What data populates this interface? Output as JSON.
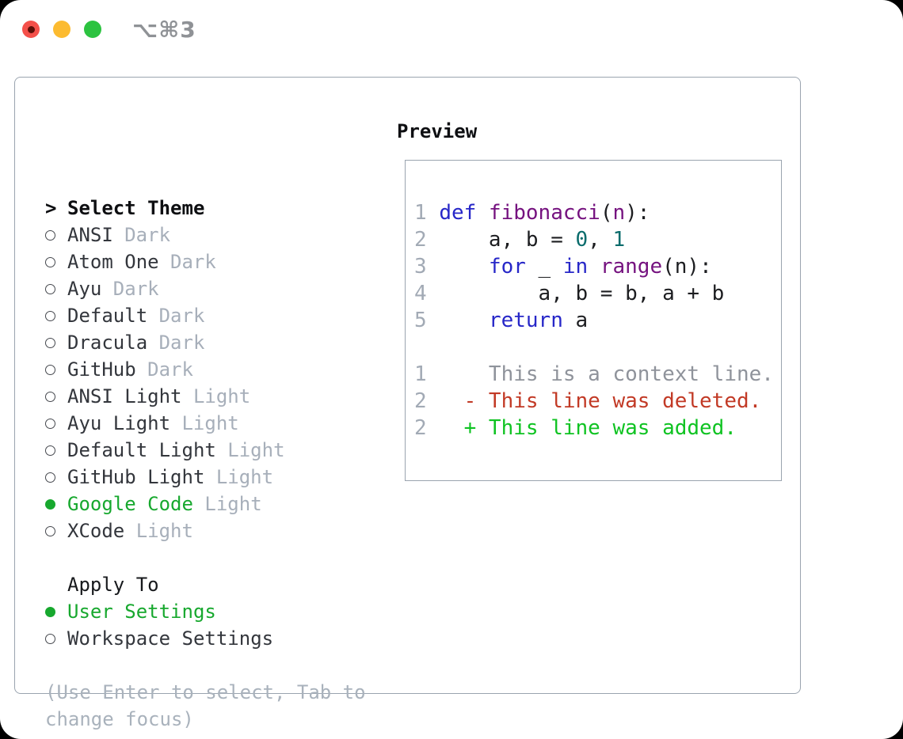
{
  "titlebar": {
    "title": "⌥⌘3"
  },
  "theme_picker": {
    "header_prefix": ">",
    "header": "Select Theme",
    "themes": [
      {
        "name": "ANSI",
        "variant": "Dark",
        "selected": false
      },
      {
        "name": "Atom One",
        "variant": "Dark",
        "selected": false
      },
      {
        "name": "Ayu",
        "variant": "Dark",
        "selected": false
      },
      {
        "name": "Default",
        "variant": "Dark",
        "selected": false
      },
      {
        "name": "Dracula",
        "variant": "Dark",
        "selected": false
      },
      {
        "name": "GitHub",
        "variant": "Dark",
        "selected": false
      },
      {
        "name": "ANSI Light",
        "variant": "Light",
        "selected": false
      },
      {
        "name": "Ayu Light",
        "variant": "Light",
        "selected": false
      },
      {
        "name": "Default Light",
        "variant": "Light",
        "selected": false
      },
      {
        "name": "GitHub Light",
        "variant": "Light",
        "selected": false
      },
      {
        "name": "Google Code",
        "variant": "Light",
        "selected": true
      },
      {
        "name": "XCode",
        "variant": "Light",
        "selected": false
      }
    ],
    "apply_to_label": "Apply To",
    "apply_to_options": [
      {
        "label": "User Settings",
        "selected": true
      },
      {
        "label": "Workspace Settings",
        "selected": false
      }
    ],
    "help_lines": [
      "(Use Enter to select, Tab to",
      "change focus)"
    ]
  },
  "preview": {
    "label": "Preview",
    "lines": [
      {
        "num": "1",
        "segments": [
          {
            "c": "k",
            "t": "def "
          },
          {
            "c": "f",
            "t": "fibonacci"
          },
          {
            "c": "p",
            "t": "("
          },
          {
            "c": "f",
            "t": "n"
          },
          {
            "c": "p",
            "t": "):"
          }
        ]
      },
      {
        "num": "2",
        "segments": [
          {
            "c": "p",
            "t": "    a, b = "
          },
          {
            "c": "l",
            "t": "0"
          },
          {
            "c": "p",
            "t": ", "
          },
          {
            "c": "l",
            "t": "1"
          }
        ]
      },
      {
        "num": "3",
        "segments": [
          {
            "c": "p",
            "t": "    "
          },
          {
            "c": "k",
            "t": "for"
          },
          {
            "c": "p",
            "t": " _ "
          },
          {
            "c": "k",
            "t": "in"
          },
          {
            "c": "p",
            "t": " "
          },
          {
            "c": "f",
            "t": "range"
          },
          {
            "c": "p",
            "t": "(n):"
          }
        ]
      },
      {
        "num": "4",
        "segments": [
          {
            "c": "p",
            "t": "        a, b = b, a + b"
          }
        ]
      },
      {
        "num": "5",
        "segments": [
          {
            "c": "p",
            "t": "    "
          },
          {
            "c": "k",
            "t": "return"
          },
          {
            "c": "p",
            "t": " a"
          }
        ]
      },
      {
        "num": "",
        "segments": []
      },
      {
        "num": "1",
        "segments": [
          {
            "c": "c",
            "t": "    This is a context line."
          }
        ]
      },
      {
        "num": "2",
        "segments": [
          {
            "c": "d",
            "t": "  - This line was deleted."
          }
        ]
      },
      {
        "num": "2",
        "segments": [
          {
            "c": "a",
            "t": "  + This line was added."
          }
        ]
      }
    ]
  },
  "colors": {
    "selected_green": "#17a82e",
    "added_green": "#0fc322",
    "deleted_red": "#c23a26",
    "keyword_blue": "#2727c8",
    "name_purple": "#75127f",
    "literal_teal": "#0a6c6c",
    "muted_gray": "#a7afba",
    "border_gray": "#9aa4af",
    "traffic_red": "#f4504a",
    "traffic_yellow": "#fcbb30",
    "traffic_green": "#2cc340"
  }
}
